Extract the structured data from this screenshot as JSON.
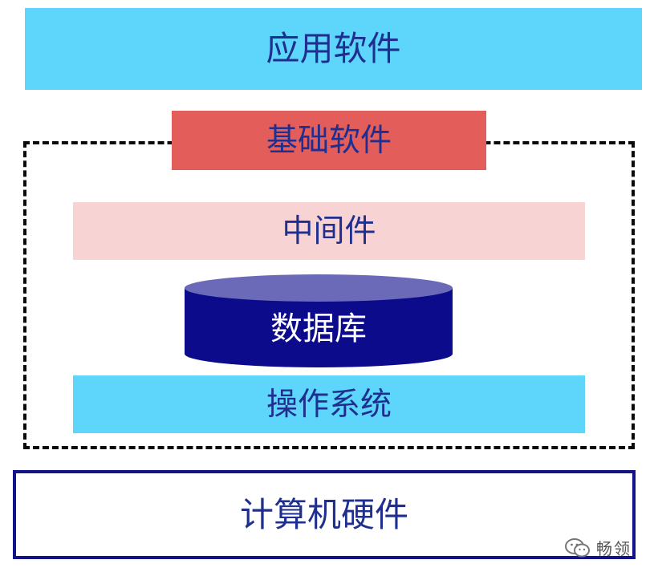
{
  "diagram": {
    "application_layer": {
      "label": "应用软件",
      "fill": "#5ed6fb",
      "text_color": "#1f2f8f"
    },
    "foundation": {
      "label": "基础软件",
      "fill": "#e35d5b",
      "text_color": "#1f2f8f",
      "frame_style": "dashed",
      "frame_color": "#0a0a0a"
    },
    "middleware_layer": {
      "label": "中间件",
      "fill": "#f8d3d4",
      "text_color": "#1f2f8f"
    },
    "database": {
      "label": "数据库",
      "body_color": "#0b0b8c",
      "top_color": "#6a6ab8",
      "text_color": "#ffffff"
    },
    "os_layer": {
      "label": "操作系统",
      "fill": "#5ed6fb",
      "text_color": "#1f2f8f"
    },
    "hardware_layer": {
      "label": "计算机硬件",
      "fill": "#ffffff",
      "border_color": "#12128a",
      "text_color": "#1f2f8f"
    }
  },
  "watermark": {
    "icon": "wechat-icon",
    "text": "畅领"
  }
}
